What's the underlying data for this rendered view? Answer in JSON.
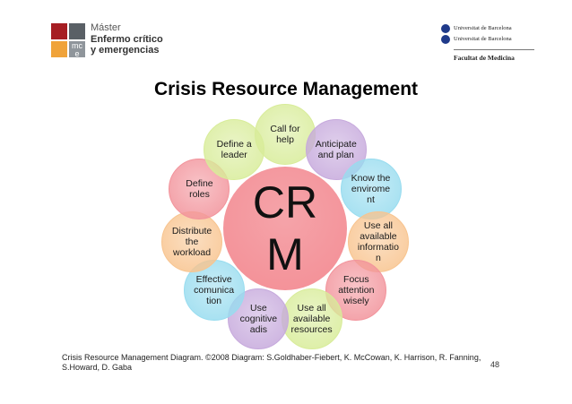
{
  "header": {
    "master_logo": {
      "badge_text": "mc e",
      "line1": "Máster",
      "line2": "Enfermo crítico",
      "line3": "y emergencias"
    },
    "university_logo": {
      "line1": "Universitat de Barcelona",
      "line2": "Universitat de Barcelona",
      "faculty": "Facultat de Medicina"
    }
  },
  "slide": {
    "title": "Crisis Resource Management",
    "caption": "Crisis Resource Management Diagram. ©2008 Diagram: S.Goldhaber-Fiebert, K. McCowan, K. Harrison, R. Fanning, S.Howard, D. Gaba",
    "page_number": "48"
  },
  "diagram": {
    "center": {
      "label": "CRM",
      "color": "#f38d94"
    },
    "nodes": [
      {
        "label": "Call for help",
        "color": "#d8ec99"
      },
      {
        "label": "Anticipate and plan",
        "color": "#c6a9dc"
      },
      {
        "label": "Know the envirome nt",
        "color": "#98dcef"
      },
      {
        "label": "Use all available informatio n",
        "color": "#f8c48f"
      },
      {
        "label": "Focus attention wisely",
        "color": "#f2939b"
      },
      {
        "label": "Use all available resources",
        "color": "#d8ec99"
      },
      {
        "label": "Use cognitive adis",
        "color": "#c6a9dc"
      },
      {
        "label": "Effective comunica tion",
        "color": "#98dcef"
      },
      {
        "label": "Distribute the workload",
        "color": "#f8c48f"
      },
      {
        "label": "Define roles",
        "color": "#f2939b"
      },
      {
        "label": "Define a leader",
        "color": "#d8ec99"
      }
    ]
  }
}
